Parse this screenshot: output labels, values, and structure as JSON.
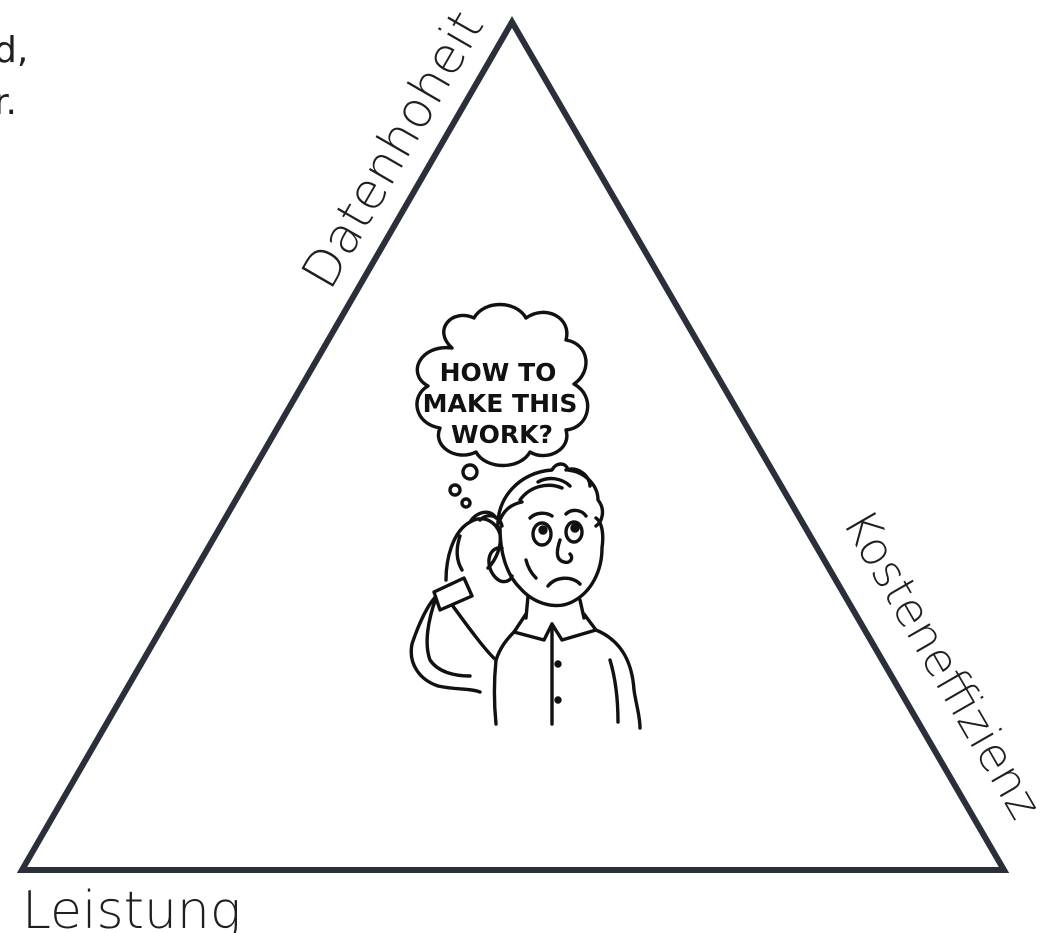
{
  "cut_off_text": {
    "line1": "d,",
    "line2": "r.",
    "line3": "."
  },
  "triangle": {
    "top_side_label": "Datenhoheit",
    "right_side_label": "Kosteneffizienz",
    "bottom_left_label": "Leistung"
  },
  "illustration": {
    "thought_bubble": {
      "line1": "HOW TO",
      "line2": "MAKE THIS",
      "line3": "WORK?"
    }
  },
  "colors": {
    "triangle_stroke": "#2b2f3a",
    "text": "#1f1f1f",
    "ink": "#111111"
  }
}
